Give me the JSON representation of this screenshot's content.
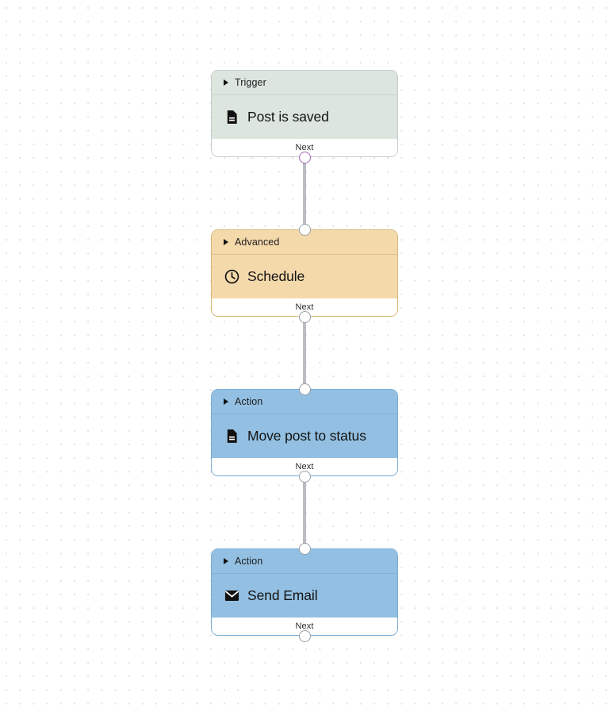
{
  "canvas": {
    "grid": "dot-grid",
    "background_color": "#ffffff",
    "dot_color": "#e4dfe4"
  },
  "colors": {
    "trigger_fill": "#dde5df",
    "trigger_border": "#c5cfc8",
    "advanced_fill": "#f4d9ab",
    "advanced_border": "#d8b778",
    "action_fill": "#93c0e2",
    "action_border": "#7bacd4",
    "edge_line": "#b9bcc2",
    "port_gray": "#9aa0a6",
    "port_purple": "#a866b8",
    "footer_fill": "#ffffff"
  },
  "flow": {
    "nodes": [
      {
        "category": "Trigger",
        "title": "Post is saved",
        "icon": "document-icon",
        "footer_label": "Next",
        "theme": "trigger",
        "input_port": "none",
        "output_port": "purple"
      },
      {
        "category": "Advanced",
        "title": "Schedule",
        "icon": "clock-icon",
        "footer_label": "Next",
        "theme": "advanced",
        "input_port": "gray",
        "output_port": "gray"
      },
      {
        "category": "Action",
        "title": "Move post to status",
        "icon": "document-icon",
        "footer_label": "Next",
        "theme": "action",
        "input_port": "gray",
        "output_port": "gray"
      },
      {
        "category": "Action",
        "title": "Send Email",
        "icon": "envelope-icon",
        "footer_label": "Next",
        "theme": "action",
        "input_port": "gray",
        "output_port": "gray"
      }
    ],
    "connectors": [
      {
        "from": "Trigger",
        "to": "Advanced"
      },
      {
        "from": "Advanced",
        "to": "Action"
      },
      {
        "from": "Action",
        "to": "Action"
      }
    ]
  }
}
